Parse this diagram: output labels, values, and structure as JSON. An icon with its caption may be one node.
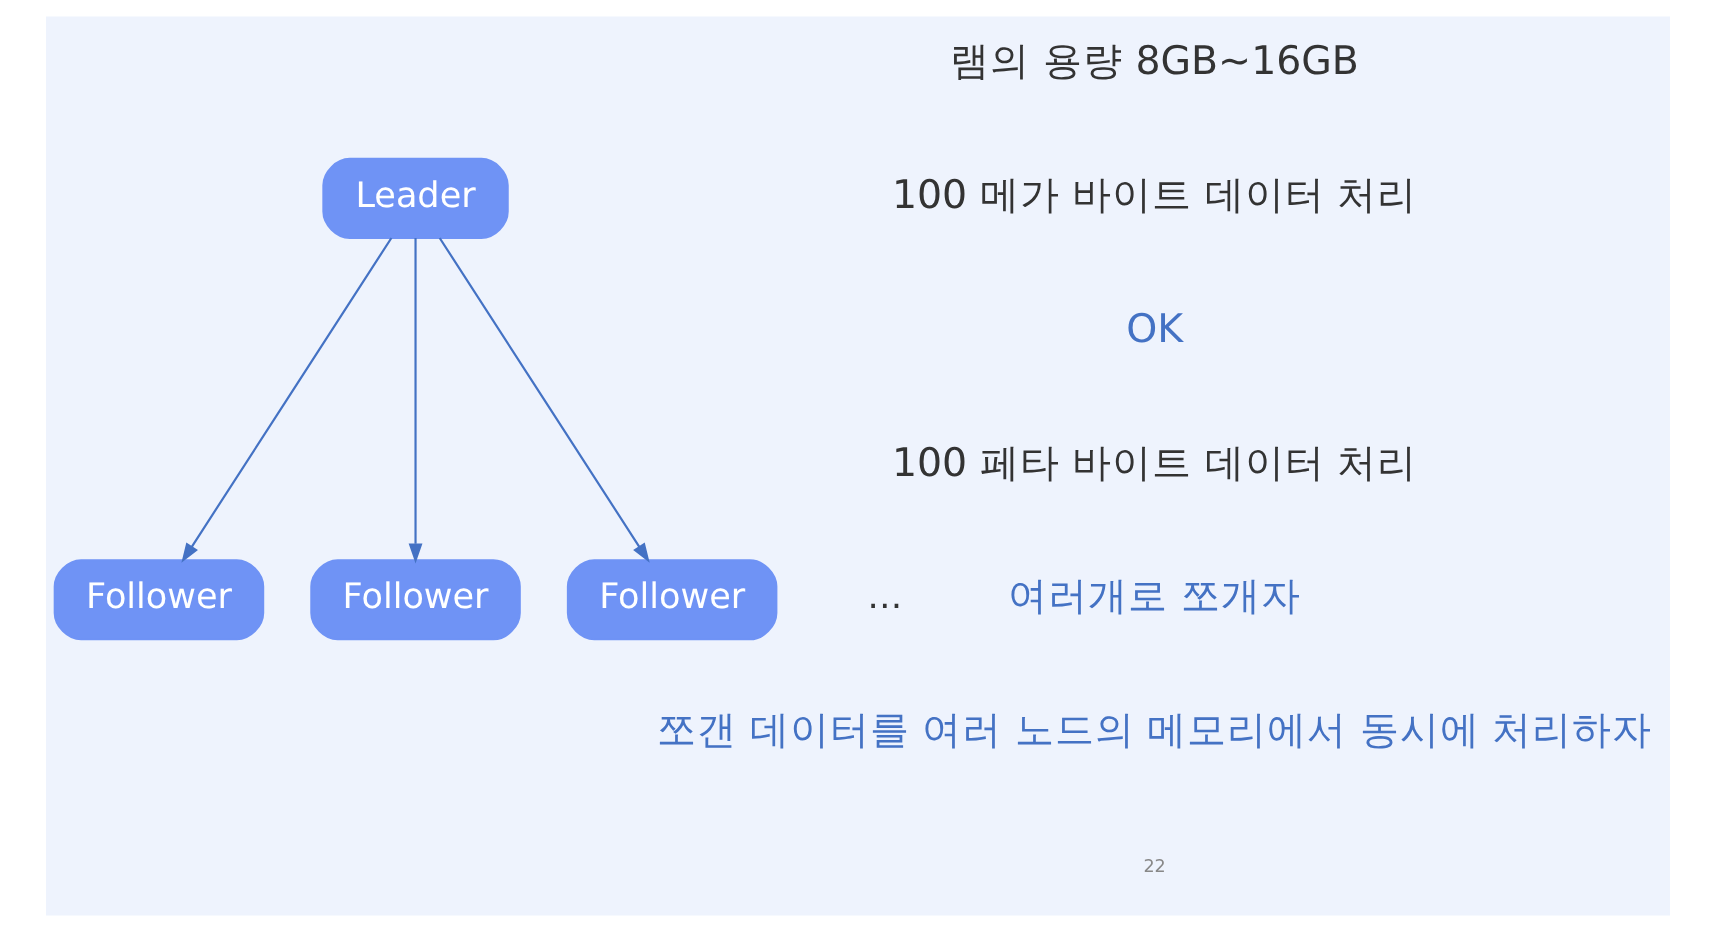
{
  "diagram": {
    "nodes": [
      {
        "text": [
          "Leader"
        ]
      },
      {
        "text": [
          "Follower"
        ]
      },
      {
        "text": [
          "Follower"
        ]
      },
      {
        "text": [
          "Follower"
        ]
      }
    ],
    "edges": [
      {
        "from": 0,
        "to": 1,
        "arrow": "to"
      },
      {
        "from": 0,
        "to": 2,
        "arrow": "to"
      },
      {
        "from": 0,
        "to": 3,
        "arrow": "to"
      }
    ],
    "labels": [
      "램의 용량 8GB~16GB",
      "100 메가 바이트 데이터 처리",
      "OK",
      "100 페타 바이트 데이터 처리",
      "여러개로 쪼개자",
      "쪼갠 데이터를 여러 노드의 메모리에서 동시에 처리하자",
      "…",
      "22"
    ]
  }
}
